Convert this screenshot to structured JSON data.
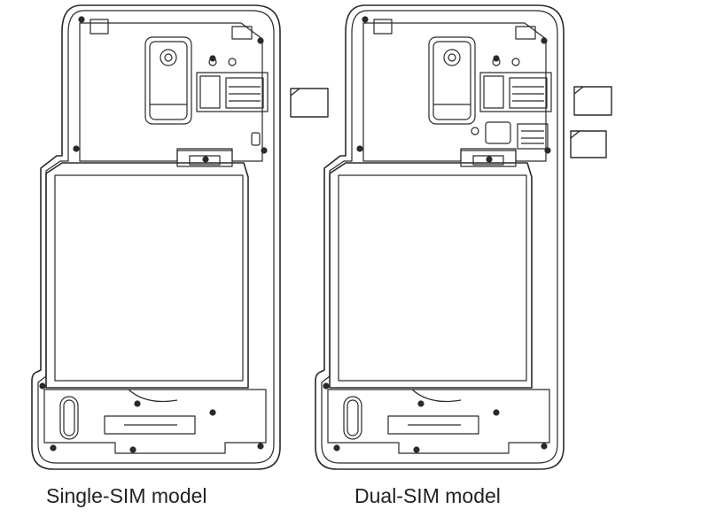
{
  "figure": {
    "panels": [
      {
        "id": "single",
        "caption": "Single-SIM model",
        "sim_slots": 1
      },
      {
        "id": "dual",
        "caption": "Dual-SIM model",
        "sim_slots": 2
      }
    ]
  },
  "colors": {
    "line": "#2a2a2a",
    "background": "#ffffff"
  }
}
